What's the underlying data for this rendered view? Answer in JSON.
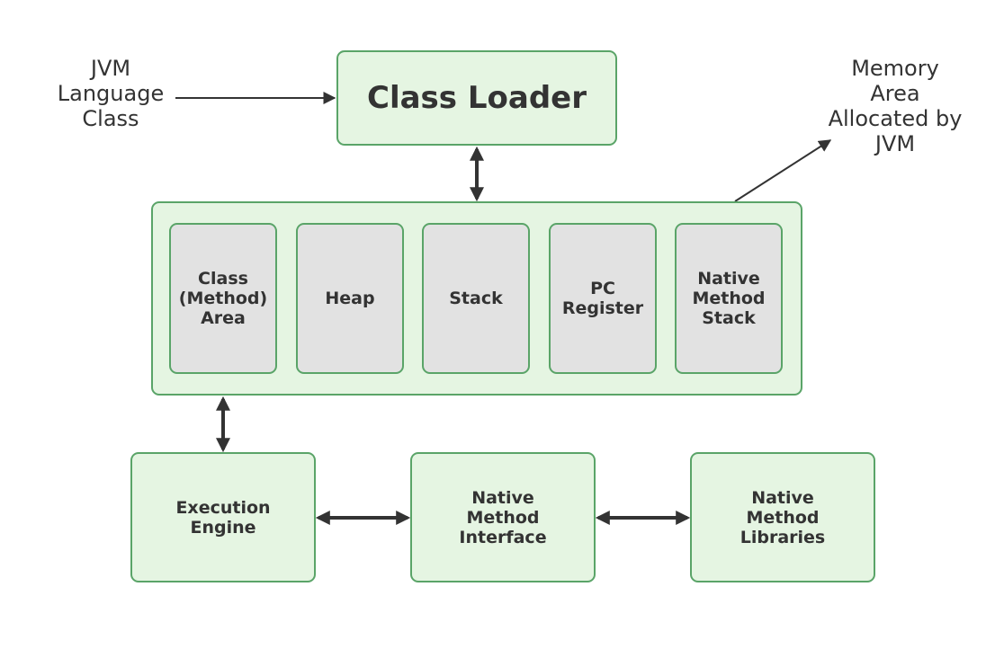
{
  "class_loader": {
    "label": "Class Loader"
  },
  "jvm_language_class_note": "JVM\nLanguage\nClass",
  "memory_area_note": "Memory\nArea\nAllocated by\nJVM",
  "memory_areas": [
    {
      "label": "Class\n(Method)\nArea"
    },
    {
      "label": "Heap"
    },
    {
      "label": "Stack"
    },
    {
      "label": "PC\nRegister"
    },
    {
      "label": "Native\nMethod\nStack"
    }
  ],
  "execution_engine": {
    "label": "Execution\nEngine"
  },
  "native_method_interface": {
    "label": "Native\nMethod\nInterface"
  },
  "native_method_libraries": {
    "label": "Native\nMethod\nLibraries"
  },
  "colors": {
    "box_fill": "#e5f5e2",
    "box_border": "#5aa468",
    "inner_fill": "#e2e2e2",
    "arrow": "#333333",
    "text": "#333333"
  }
}
